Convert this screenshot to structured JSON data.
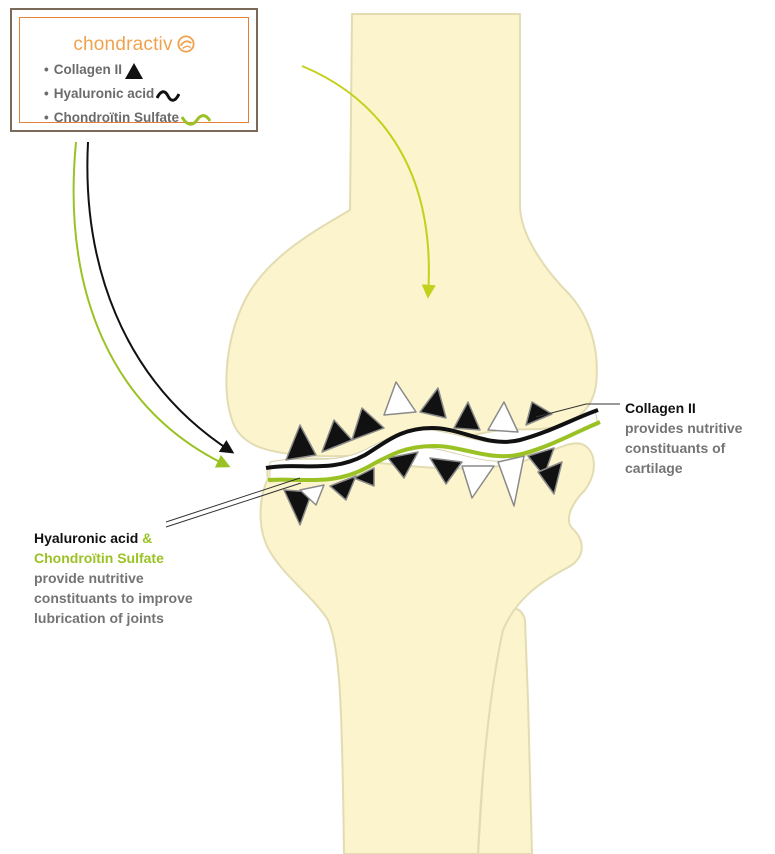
{
  "legend": {
    "brand": "chondractiv",
    "items": [
      {
        "label": "Collagen II",
        "icon": "black-triangle-icon"
      },
      {
        "label": "Hyaluronic acid",
        "icon": "black-wave-icon"
      },
      {
        "label": "Chondroïtin Sulfate",
        "icon": "green-wave-icon"
      }
    ],
    "bullet": "•"
  },
  "annotations": {
    "collagen": {
      "title": "Collagen II",
      "line1": "provides nutritive",
      "line2": "constituants of",
      "line3": "cartilage"
    },
    "hyaluronic": {
      "title": "Hyaluronic acid",
      "amp": " &",
      "title2": "Chondroïtin Sulfate",
      "line1": "provide nutritive",
      "line2": "constituants to improve",
      "line3": "lubrication of joints"
    }
  },
  "colors": {
    "bone_fill": "#fbf4cc",
    "bone_stroke": "#e3dcb2",
    "green": "#9bc224",
    "black": "#111111",
    "grey_text": "#747474",
    "brand_orange": "#f0a34e",
    "legend_border": "#7a6a5a",
    "legend_inner_border": "#e2813a",
    "arrow_yellow_green": "#c3d11c"
  }
}
